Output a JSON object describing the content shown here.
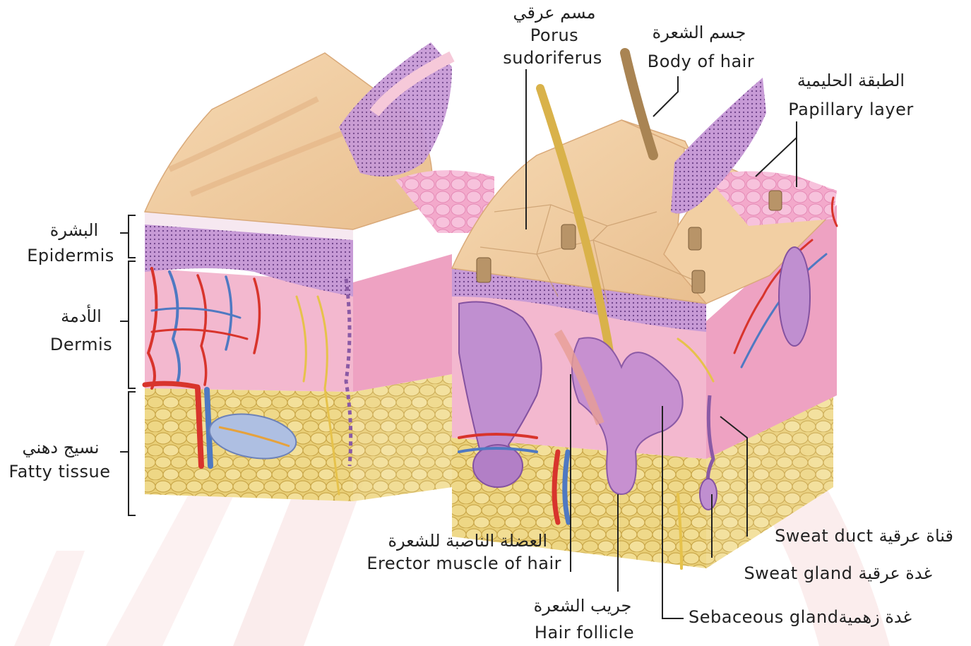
{
  "labels": {
    "epidermis": {
      "ar": "البشرة",
      "en": "Epidermis"
    },
    "dermis": {
      "ar": "الأدمة",
      "en": "Dermis"
    },
    "fatty_tissue": {
      "ar": "نسيج دهني",
      "en": "Fatty tissue"
    },
    "porus": {
      "ar": "مسم عرقي",
      "en1": "Porus",
      "en2": "sudoriferus"
    },
    "body_of_hair": {
      "ar": "جسم الشعرة",
      "en": "Body of hair"
    },
    "papillary_layer": {
      "ar": "الطبقة الحليمية",
      "en": "Papillary layer"
    },
    "sweat_duct": {
      "text": "Sweat duct قناة عرقية"
    },
    "sweat_gland": {
      "text": "Sweat gland غدة عرقية"
    },
    "sebaceous_gland": {
      "text": "Sebaceous glandغدة زهمية"
    },
    "erector_muscle": {
      "ar": "العضلة الناصبة للشعرة",
      "en": "Erector muscle of hair"
    },
    "hair_follicle": {
      "ar": "جريب الشعرة",
      "en": "Hair follicle"
    }
  },
  "colors": {
    "leader_line": "#222222",
    "watermark": "#f7dede",
    "skin_surface": "#f3cfa4",
    "epidermis_purple": "#b98cc9",
    "dermis_pink": "#f3b8cf",
    "fat_yellow": "#ecd27a",
    "artery_red": "#d8342c",
    "vein_blue": "#4f79c2",
    "hair_brown": "#a98453"
  }
}
